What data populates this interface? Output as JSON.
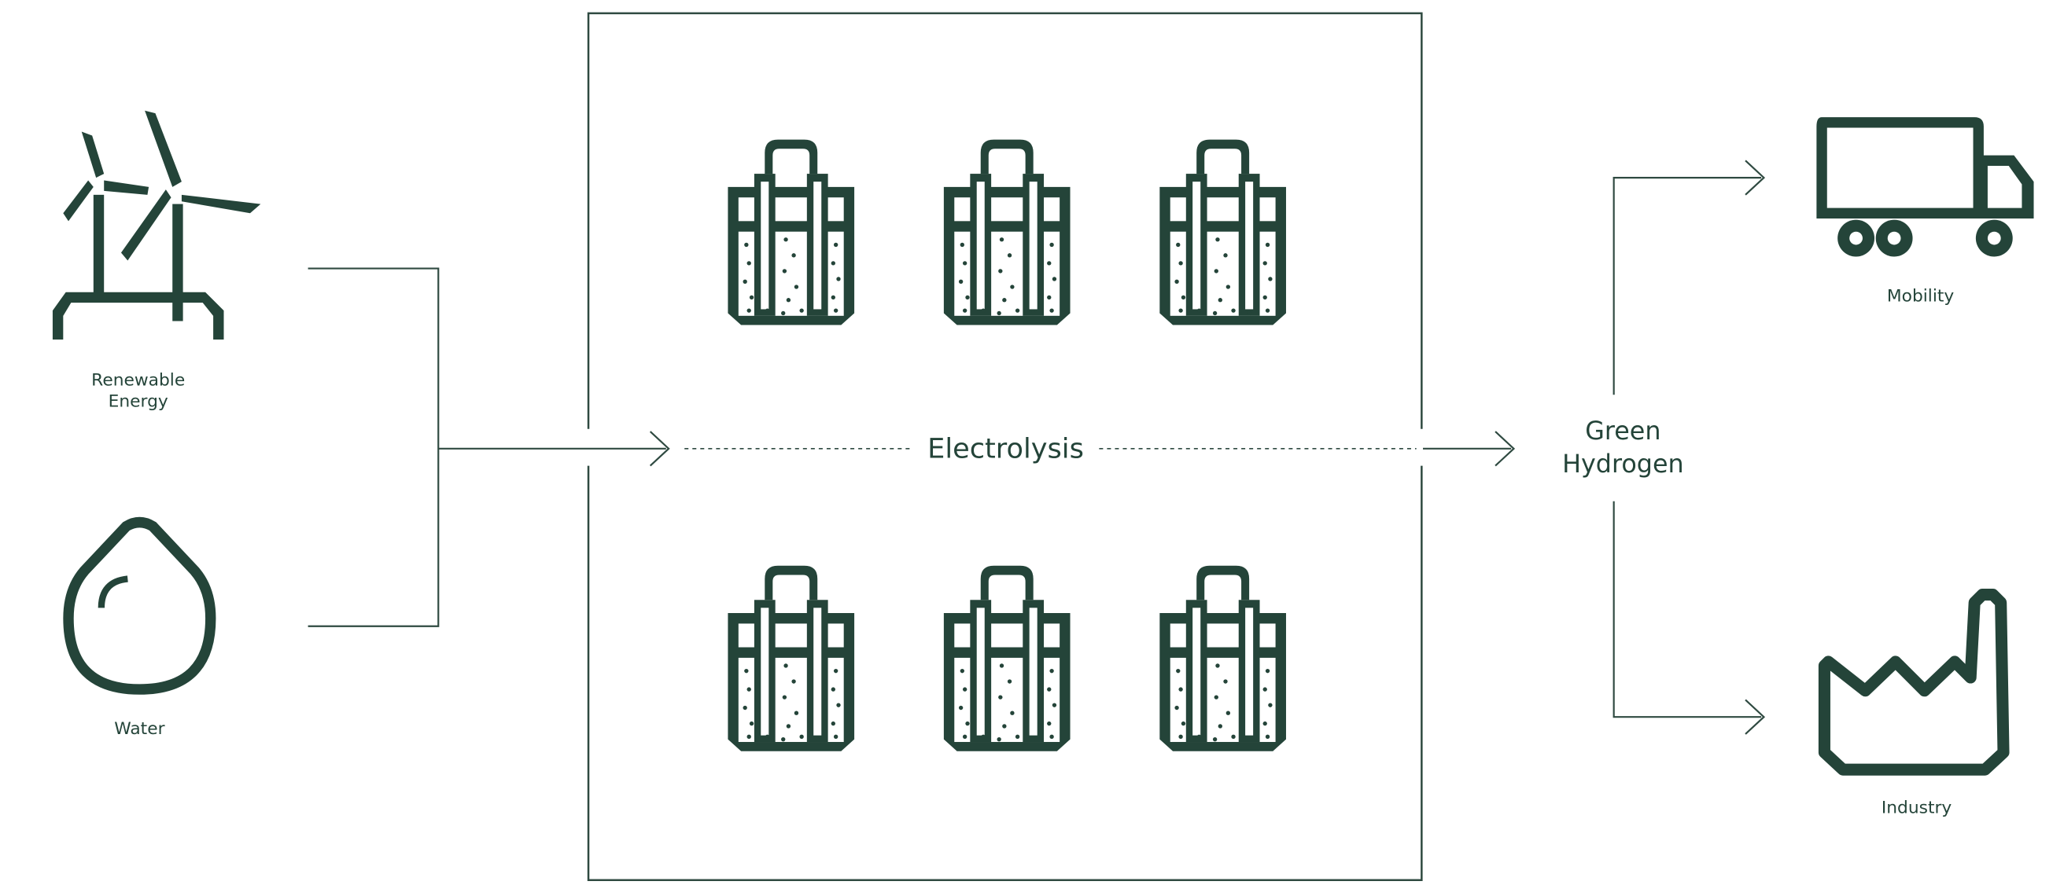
{
  "colors": {
    "ink": "#244439",
    "line": "#2f4a41",
    "background": "#ffffff"
  },
  "inputs": {
    "renewable_energy": {
      "line1": "Renewable",
      "line2": "Energy",
      "icon": "wind-turbine-icon"
    },
    "water": {
      "label": "Water",
      "icon": "water-drop-icon"
    }
  },
  "process": {
    "label": "Electrolysis",
    "cell_icon": "electrolysis-cell-icon",
    "cell_count": 6
  },
  "product": {
    "line1": "Green",
    "line2": "Hydrogen"
  },
  "outputs": {
    "mobility": {
      "label": "Mobility",
      "icon": "truck-icon"
    },
    "industry": {
      "label": "Industry",
      "icon": "factory-icon"
    }
  }
}
